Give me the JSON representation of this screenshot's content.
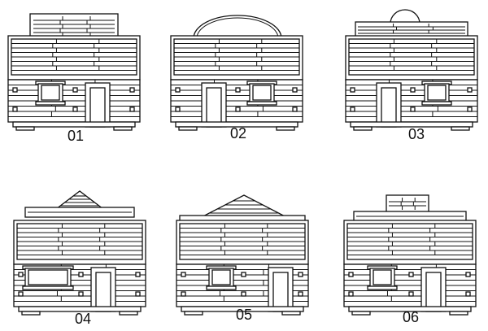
{
  "colors": {
    "line": "#111111",
    "background": "#ffffff"
  },
  "cabins": [
    {
      "label": "01",
      "roof": "box",
      "window": "left",
      "door": "right"
    },
    {
      "label": "02",
      "roof": "dome",
      "window": "right",
      "door": "left"
    },
    {
      "label": "03",
      "roof": "small-dome",
      "window": "right",
      "door": "left"
    },
    {
      "label": "04",
      "roof": "gable",
      "window": "wide-left",
      "door": "right"
    },
    {
      "label": "05",
      "roof": "wide-gable",
      "window": "left",
      "door": "right"
    },
    {
      "label": "06",
      "roof": "small-box",
      "window": "left",
      "door": "right"
    }
  ]
}
